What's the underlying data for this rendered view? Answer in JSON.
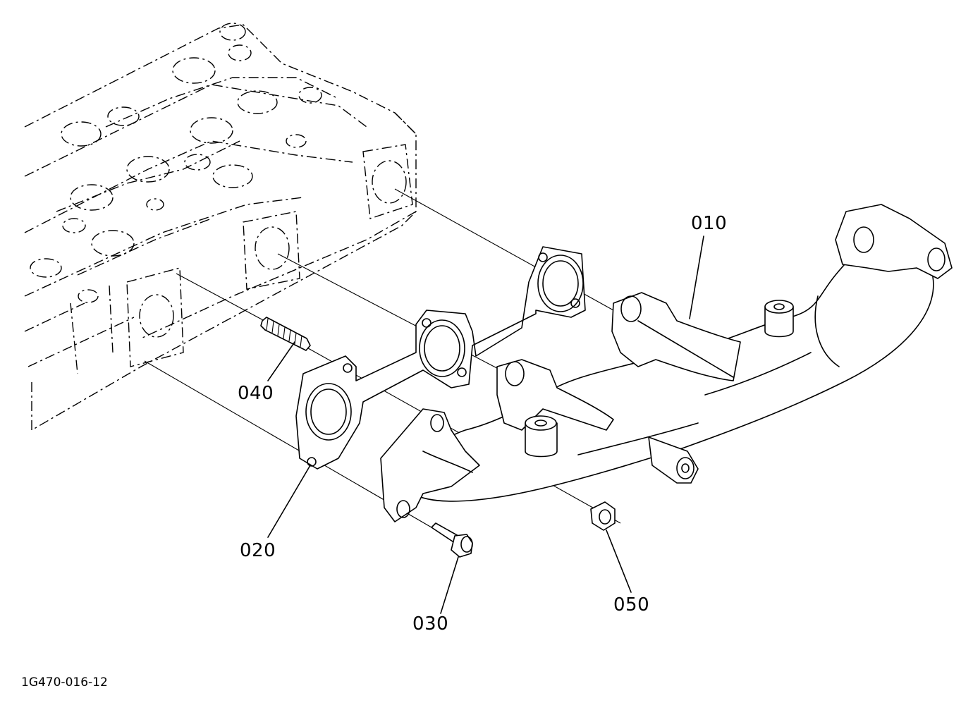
{
  "diagram": {
    "callouts": [
      {
        "id": "manifold",
        "label": "010"
      },
      {
        "id": "gasket",
        "label": "020"
      },
      {
        "id": "bolt",
        "label": "030"
      },
      {
        "id": "stud",
        "label": "040"
      },
      {
        "id": "nut",
        "label": "050"
      }
    ],
    "figure_id": "1G470-016-12"
  }
}
